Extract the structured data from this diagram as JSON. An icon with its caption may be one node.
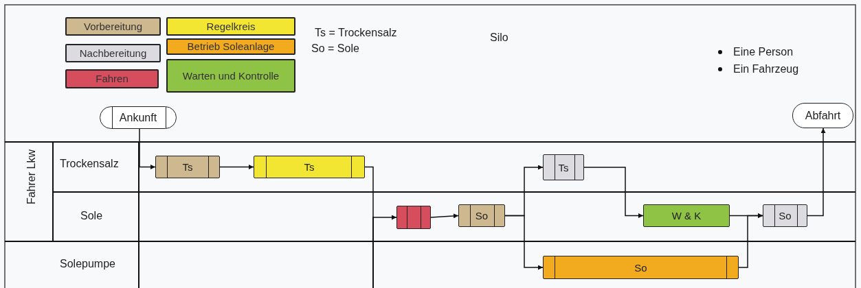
{
  "diagram": {
    "nodes": [
      {
        "text": [
          "Ankunft"
        ]
      },
      {
        "text": [
          "Abfahrt"
        ]
      },
      {
        "text": [
          "Ts"
        ]
      },
      {
        "text": [
          "Ts"
        ]
      },
      {
        "text": [],
        "shape": "box"
      },
      {
        "text": [
          "So"
        ]
      },
      {
        "text": [
          "Ts"
        ]
      },
      {
        "text": [
          "W & K"
        ]
      },
      {
        "text": [
          "So"
        ]
      },
      {
        "text": [
          "So"
        ]
      }
    ],
    "edges": [
      {
        "from": 0,
        "to": 2,
        "arrow": "to"
      },
      {
        "from": 2,
        "to": 3,
        "arrow": "to"
      },
      {
        "from": 3,
        "to": 4,
        "arrow": "to"
      },
      {
        "from": 4,
        "to": 5,
        "arrow": "to"
      },
      {
        "from": 5,
        "to": 6,
        "arrow": "to"
      },
      {
        "from": 5,
        "to": 8,
        "arrow": "to"
      },
      {
        "from": 6,
        "to": 7,
        "arrow": "to"
      },
      {
        "from": 7,
        "to": 9,
        "arrow": "to"
      },
      {
        "from": 8,
        "to": 9,
        "arrow": "to"
      },
      {
        "from": 9,
        "to": 1,
        "arrow": "to"
      }
    ],
    "labels": [
      "Ts = Trockensalz",
      "So = Sole",
      "Silo",
      "Eine Person",
      "Ein Fahrzeug",
      "Fahrer Lkw",
      "Trockensalz",
      "Sole",
      "Solepumpe"
    ],
    "legend": [
      {
        "text": "Vorbereitung",
        "color": "#cdb88f"
      },
      {
        "text": "Nachbereitung",
        "color": "#dcdce0"
      },
      {
        "text": "Fahren",
        "color": "#d64e5e"
      },
      {
        "text": "Regelkreis",
        "color": "#f2e632"
      },
      {
        "text": "Betrieb Soleanlage",
        "color": "#f2aa1e"
      },
      {
        "text": "Warten und Kontrolle",
        "color": "#8fc346"
      }
    ]
  }
}
